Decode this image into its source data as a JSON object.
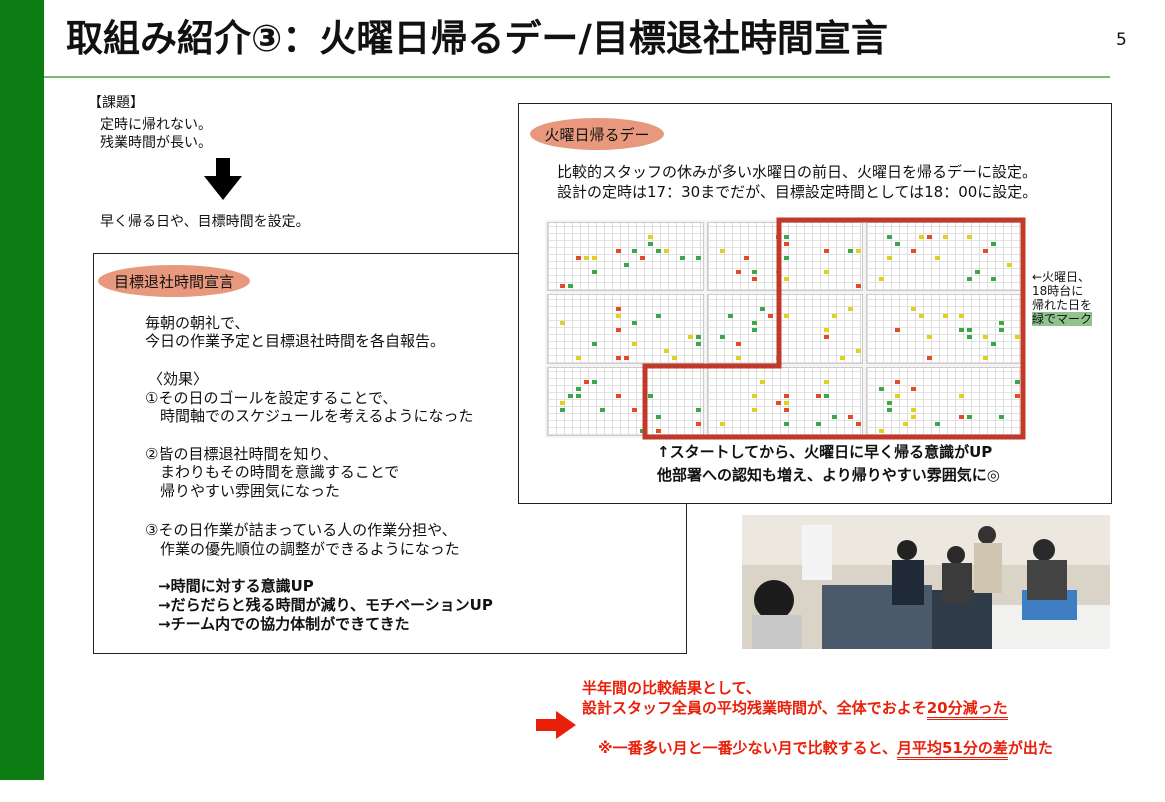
{
  "slide": {
    "title": "取組み紹介③：火曜日帰るデー/目標退社時間宣言",
    "page_number": "5",
    "accent_green": "#0b7d12",
    "accent_red": "#e8200a"
  },
  "issue": {
    "heading": "【課題】",
    "lines": [
      "定時に帰れない。",
      "残業時間が長い。"
    ],
    "arrow_icon": "arrow-down",
    "result": "早く帰る日や、目標時間を設定。"
  },
  "declaration": {
    "label": "目標退社時間宣言",
    "intro": [
      "毎朝の朝礼で、",
      "今日の作業予定と目標退社時間を各自報告。"
    ],
    "effects_heading": "〈効果〉",
    "effects": [
      [
        "①その日のゴールを設定することで、",
        "　時間軸でのスケジュールを考えるようになった"
      ],
      [
        "②皆の目標退社時間を知り、",
        "　まわりもその時間を意識することで",
        "　帰りやすい雰囲気になった"
      ],
      [
        "③その日作業が詰まっている人の作業分担や、",
        "　作業の優先順位の調整ができるようになった"
      ]
    ],
    "outcomes": [
      "→時間に対する意識UP",
      "→だらだらと残る時間が減り、モチベーションUP",
      "→チーム内での協力体制ができてきた"
    ]
  },
  "tuesday": {
    "label": "火曜日帰るデー",
    "desc": [
      "比較的スタッフの休みが多い水曜日の前日、火曜日を帰るデーに設定。",
      "設計の定時は17：30までだが、目標設定時間としては18：00に設定。"
    ],
    "note": [
      "←火曜日、",
      "18時台に",
      "帰れた日を",
      "緑でマーク"
    ],
    "result": [
      "↑スタートしてから、火曜日に早く帰る意識がUP",
      "他部署への認知も増え、より帰りやすい雰囲気に◎"
    ]
  },
  "conclusion": {
    "line1": "半年間の比較結果として、",
    "line2_pre": "設計スタッフ全員の平均残業時間が、全体でおよそ",
    "line2_em": "20分減った",
    "line3_pre": "※一番多い月と一番少ない月で比較すると、",
    "line3_em": "月平均51分の差",
    "line3_post": "が出た"
  }
}
